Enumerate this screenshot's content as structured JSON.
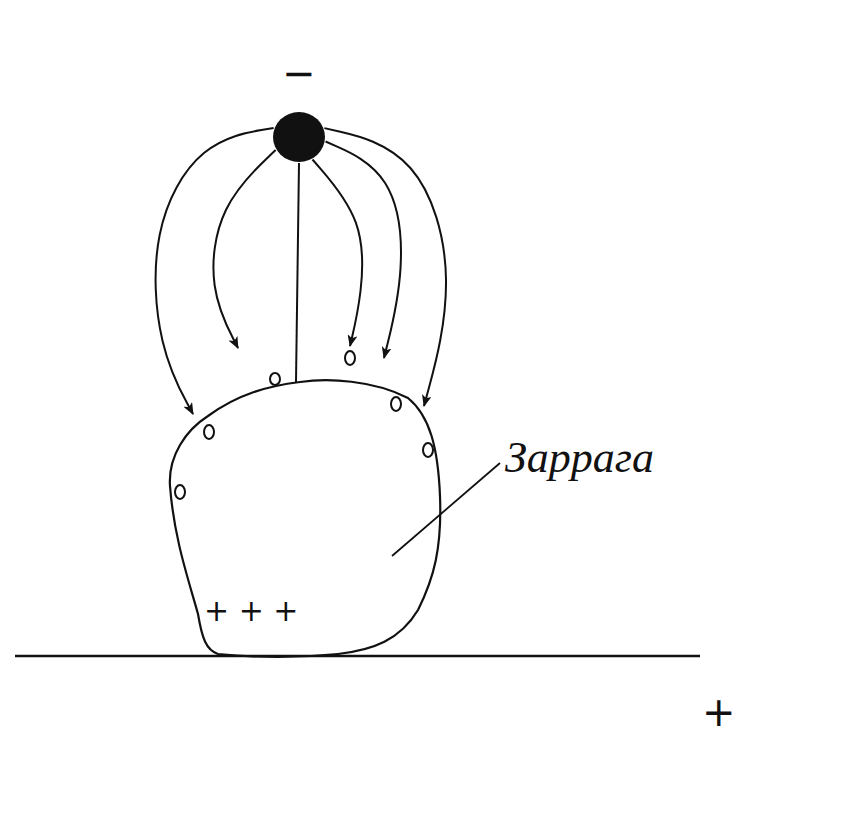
{
  "diagram": {
    "nodes": [
      {
        "text": [
          "−"
        ]
      },
      {
        "text": [
          "+ + +"
        ]
      }
    ],
    "edges": [
      {
        "from": 0,
        "to": 1,
        "arrow": "to"
      },
      {
        "from": 0,
        "to": 1,
        "arrow": "to"
      },
      {
        "from": 0,
        "to": 1,
        "arrow": "none"
      },
      {
        "from": 0,
        "to": 1,
        "arrow": "to"
      },
      {
        "from": 0,
        "to": 1,
        "arrow": "to"
      },
      {
        "from": 0,
        "to": 1,
        "arrow": "to"
      }
    ],
    "labels": [
      "Заррага",
      "+"
    ]
  }
}
